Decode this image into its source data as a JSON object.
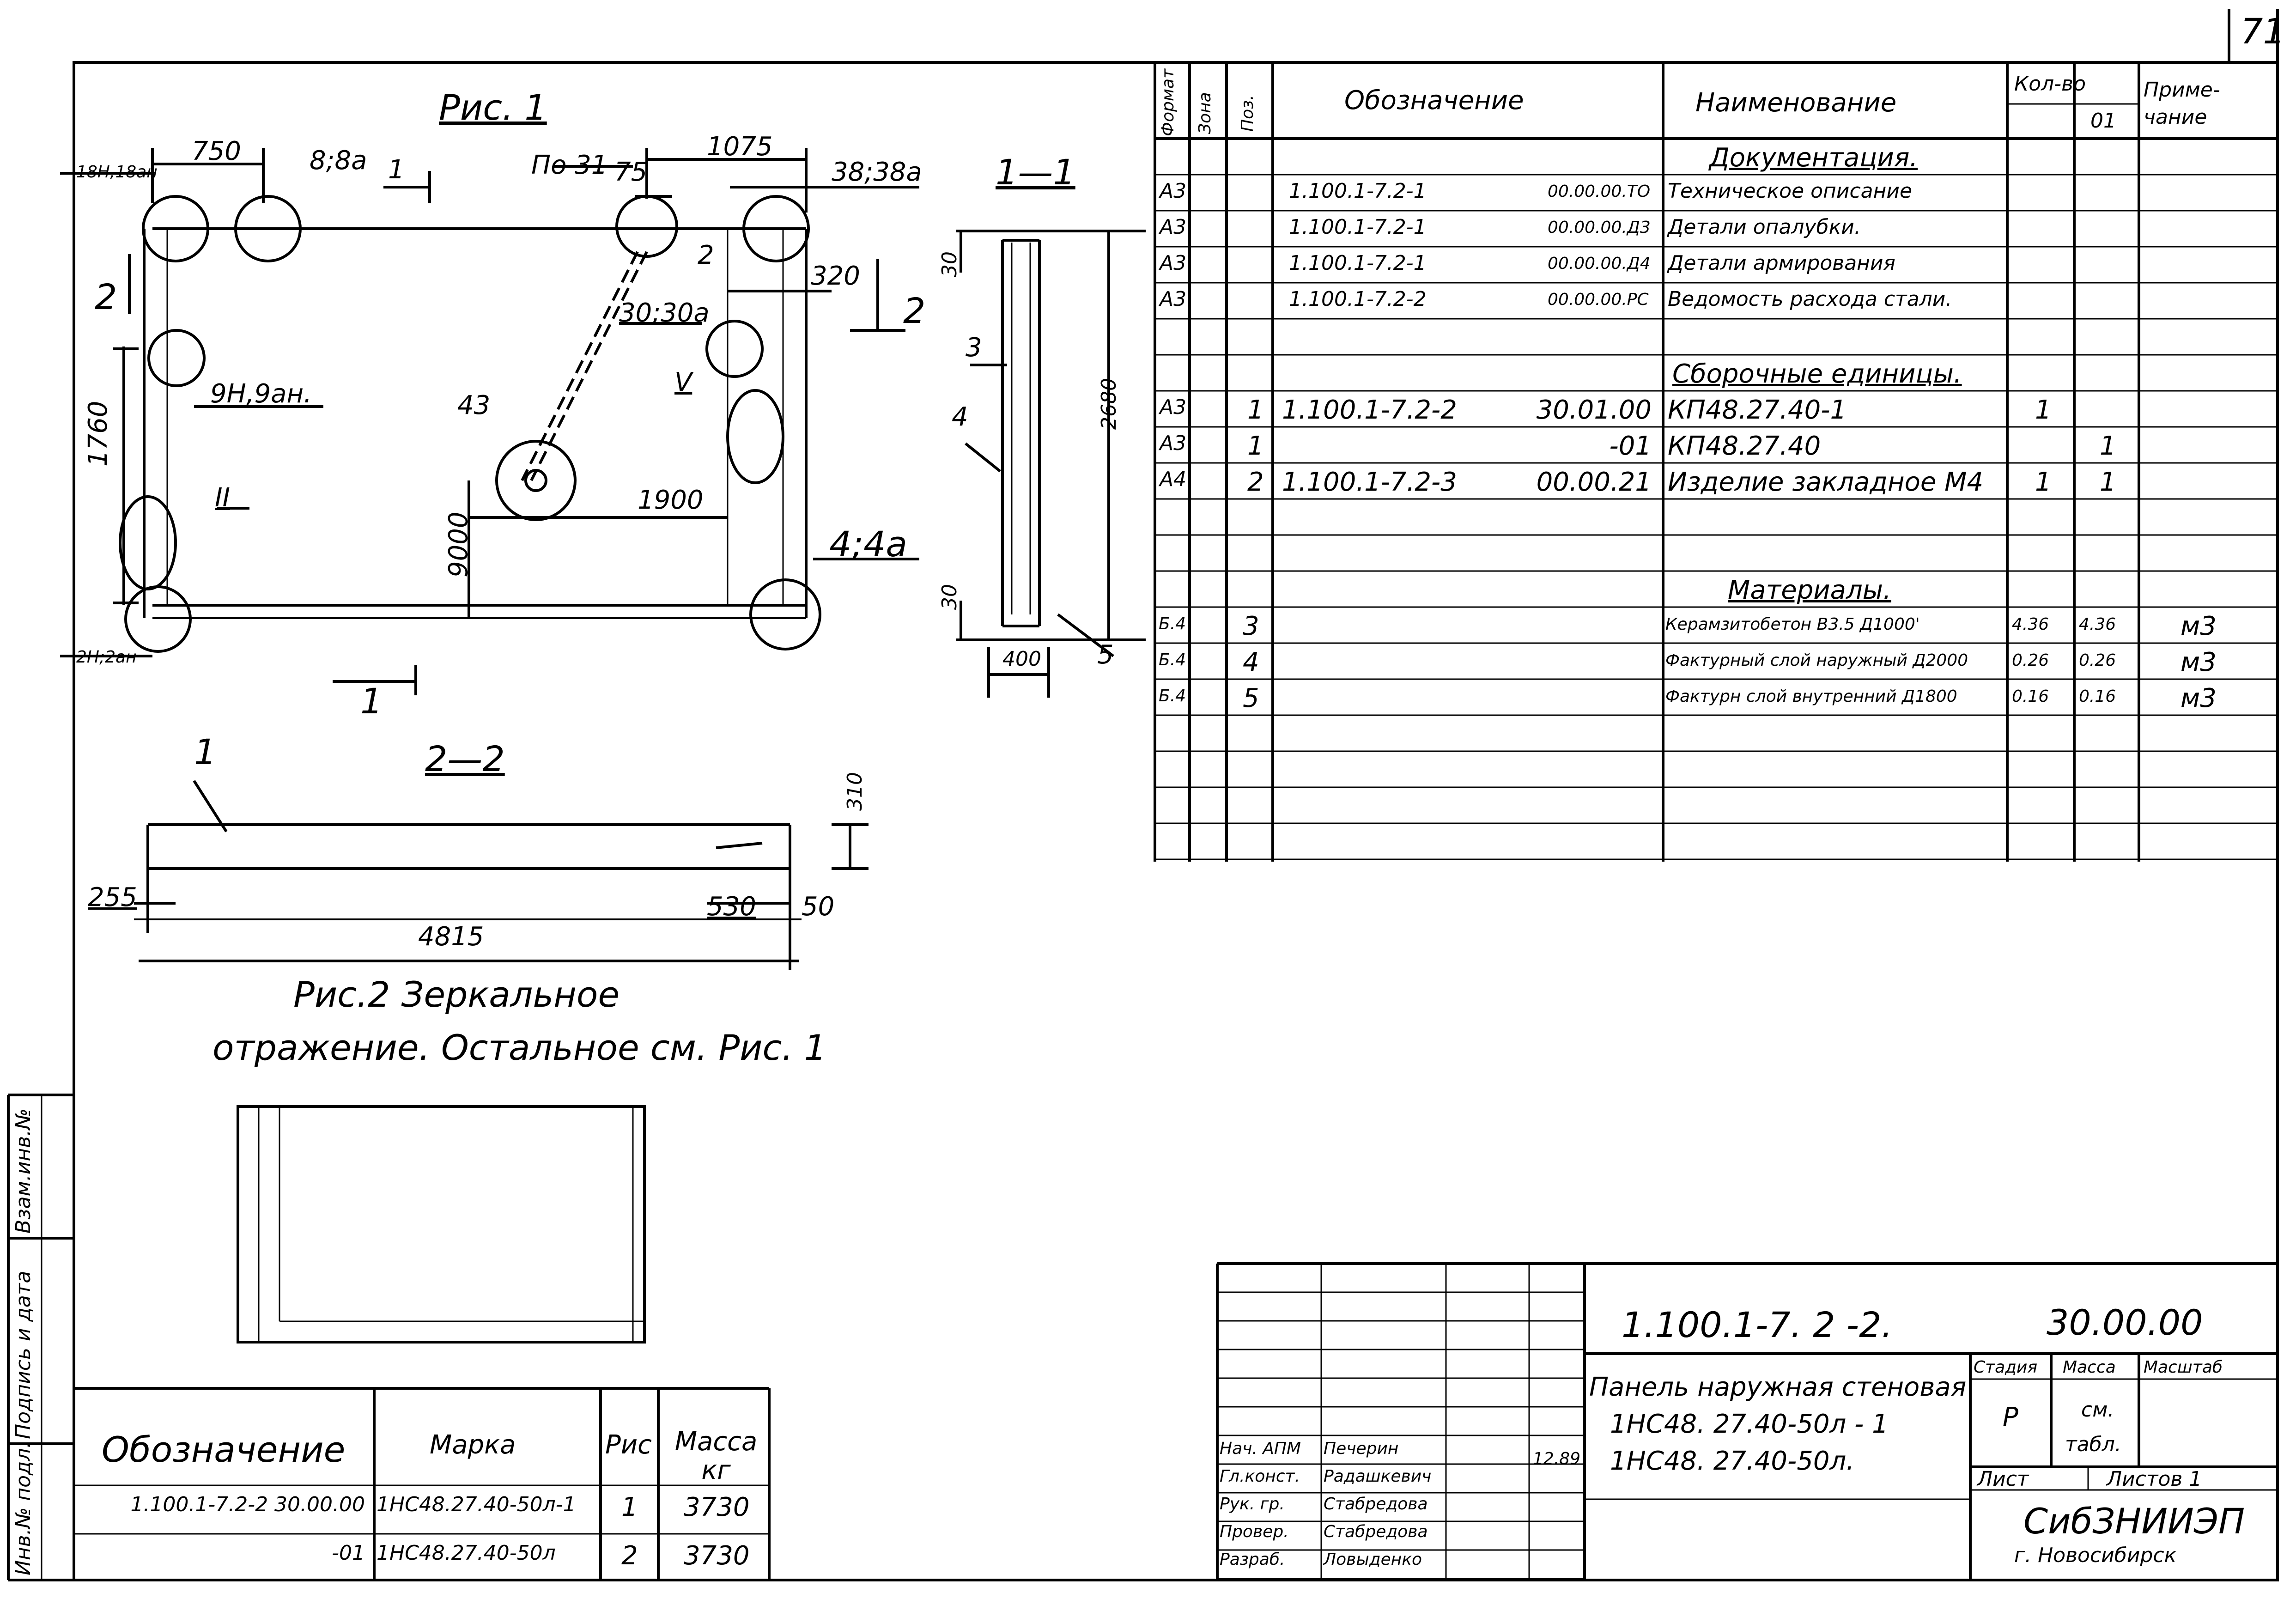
{
  "page_number": "71",
  "fig1": {
    "title": "Рис. 1",
    "labels": {
      "c18": "18Н,18ан",
      "d750": "750",
      "c8": "8;8а",
      "s1top": "1",
      "po31": "По 31",
      "d75": "75",
      "d1075": "1075",
      "c38": "38;38а",
      "c2": "2",
      "d320": "320",
      "s2left": "2",
      "s2right": "2",
      "c30": "30;30а",
      "c9": "9Н,9ан.",
      "d1760": "1760",
      "c43": "43",
      "v": "V",
      "ii": "II",
      "d9000": "9000",
      "d1900": "1900",
      "c4": "4;4а",
      "c2h": "2Н;2ан",
      "s1bottom": "1"
    }
  },
  "sec11": {
    "title": "1—1",
    "labels": {
      "d30top": "30",
      "p3": "3",
      "p4": "4",
      "d2680": "2680",
      "d30bot": "30",
      "d400": "400",
      "p5": "5"
    }
  },
  "sec22": {
    "title": "2—2",
    "labels": {
      "p1": "1",
      "d310": "310",
      "d255": "255",
      "d530": "530",
      "d50": "50",
      "d4815": "4815"
    }
  },
  "fig2": {
    "caption_line1": "Рис.2   Зеркальное",
    "caption_line2": "отражение. Остальное см. Рис. 1"
  },
  "left_margin": {
    "f1": "Инв.№ подл.",
    "f2": "Подпись и дата",
    "f3": "Взам.инв.№"
  },
  "spec": {
    "headers": {
      "format": "Формат",
      "zone": "Зона",
      "pos": "Поз.",
      "designation": "Обозначение",
      "name": "Наименование",
      "qty": "Кол-во",
      "qty_sub": "01",
      "note": "Приме-чание"
    },
    "sections": {
      "docs": "Документация.",
      "units": "Сборочные   единицы.",
      "materials": "Материалы."
    },
    "docs_rows": [
      {
        "format": "А3",
        "designation": "1.100.1-7.2-1",
        "code": "00.00.00.ТО",
        "name": "Техническое  описание"
      },
      {
        "format": "А3",
        "designation": "1.100.1-7.2-1",
        "code": "00.00.00.Д3",
        "name": "Детали  опалубки."
      },
      {
        "format": "А3",
        "designation": "1.100.1-7.2-1",
        "code": "00.00.00.Д4",
        "name": "Детали  армирования"
      },
      {
        "format": "А3",
        "designation": "1.100.1-7.2-2",
        "code": "00.00.00.РС",
        "name": "Ведомость расхода стали."
      }
    ],
    "unit_rows": [
      {
        "format": "А3",
        "pos": "1",
        "designation": "1.100.1-7.2-2",
        "code": "30.01.00",
        "name": "КП48.27.40-1",
        "q": "1",
        "q01": ""
      },
      {
        "format": "А3",
        "pos": "1",
        "designation": "",
        "code": "-01",
        "name": "КП48.27.40",
        "q": "",
        "q01": "1"
      },
      {
        "format": "А4",
        "pos": "2",
        "designation": "1.100.1-7.2-3",
        "code": "00.00.21",
        "name": "Изделие закладное  М4",
        "q": "1",
        "q01": "1"
      }
    ],
    "material_rows": [
      {
        "format": "Б.4",
        "pos": "3",
        "name": "Керамзитобетон В3.5 Д1000'",
        "q": "4.36",
        "q01": "4.36",
        "note": "м3"
      },
      {
        "format": "Б.4",
        "pos": "4",
        "name": "Фактурный слой наружный Д2000",
        "q": "0.26",
        "q01": "0.26",
        "note": "м3"
      },
      {
        "format": "Б.4",
        "pos": "5",
        "name": "Фактурн слой внутренний Д1800",
        "q": "0.16",
        "q01": "0.16",
        "note": "м3"
      }
    ]
  },
  "marks_table": {
    "headers": {
      "designation": "Обозначение",
      "mark": "Марка",
      "fig": "Рис",
      "mass": "Масса кг"
    },
    "rows": [
      {
        "designation": "1.100.1-7.2-2   30.00.00",
        "mark": "1НС48.27.40-50л-1",
        "fig": "1",
        "mass": "3730"
      },
      {
        "designation": "-01",
        "mark": "1НС48.27.40-50л",
        "fig": "2",
        "mass": "3730"
      }
    ]
  },
  "title_block": {
    "doc_code": "1.100.1-7. 2 -2.",
    "doc_suffix": "30.00.00",
    "title_line1": "Панель наружная стеновая",
    "title_line2": "1НС48. 27.40-50л - 1",
    "title_line3": "1НС48. 27.40-50л.",
    "stage_h": "Стадия",
    "mass_h": "Масса",
    "scale_h": "Масштаб",
    "stage": "Р",
    "mass_v1": "см.",
    "mass_v2": "табл.",
    "sheet_h": "Лист",
    "sheets_h": "Листов 1",
    "org": "СибЗНИИЭП",
    "city": "г. Новосибирск",
    "date": "12.89",
    "roles": [
      {
        "role": "Нач. АПМ",
        "name": "Печерин"
      },
      {
        "role": "Гл.конст.",
        "name": "Радашкевич"
      },
      {
        "role": "Рук. гр.",
        "name": "Стабредова"
      },
      {
        "role": "Провер.",
        "name": "Стабредова"
      },
      {
        "role": "Разраб.",
        "name": "Ловыденко"
      }
    ]
  }
}
